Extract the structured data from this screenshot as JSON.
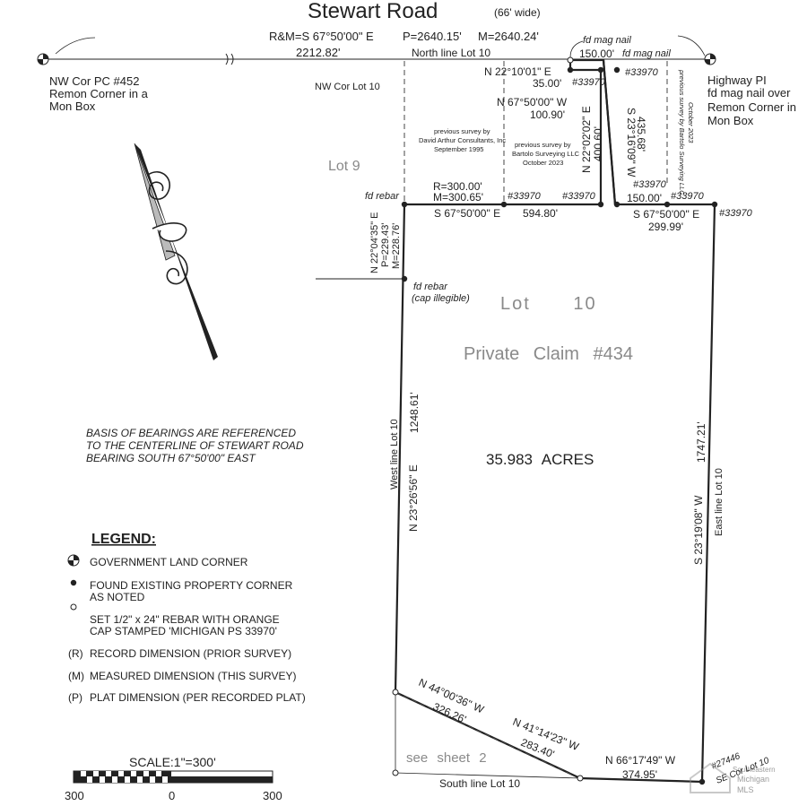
{
  "road": {
    "name": "Stewart Road",
    "width": "(66' wide)"
  },
  "top_line": {
    "record_bearing": "R&M=S 67°50'00\" E",
    "plat_dist": "P=2640.15'",
    "measured_dist": "M=2640.24'",
    "west_segment": "2212.82'",
    "north_line": "North line Lot 10",
    "east_segment": "150.00'",
    "mag_nail_1": "fd mag nail",
    "mag_nail_2": "fd mag nail"
  },
  "corners": {
    "nw_pc": [
      "NW Cor PC #452",
      "Remon Corner in a",
      "Mon Box"
    ],
    "highway_pi": [
      "Highway PI",
      "fd mag nail over",
      "Remon Corner in",
      "Mon Box"
    ],
    "nw_lot10": "NW Cor Lot 10",
    "sw_lot10": [
      "#27446",
      "SE Cor Lot 10"
    ]
  },
  "labels": {
    "lot9": "Lot 9",
    "lot10": "Lot 10",
    "private_claim": "Private Claim #434",
    "acres": "35.983 ACRES",
    "see_sheet": "see sheet 2",
    "south_line": "South line Lot 10",
    "west_line": "West line Lot 10",
    "east_line": "East line Lot 10"
  },
  "courses": {
    "n1_bearing": "N 22°10'01\" E",
    "n1_dist": "35.00'",
    "n2_bearing": "N 67°50'00\" W",
    "n2_dist": "100.90'",
    "n3_bearing": "N 22°02'02\" E",
    "n3_dist": "400.60'",
    "n4_bearing": "S 23°16'09\" W",
    "n4_dist": "435.68'",
    "s1_bearing": "S 67°50'00\" E",
    "s1_dist": "594.80'",
    "s2_dist": "150.00'",
    "s3_bearing": "S 67°50'00\" E",
    "s3_dist": "299.99'",
    "curve_r": "R=300.00'",
    "curve_m": "M=300.65'",
    "west_short_bearing": "N 22°04'35\" E",
    "west_short_p": "P=229.43'",
    "west_short_m": "M=228.76'",
    "west_bearing": "N 23°26'56\" E",
    "west_dist": "1248.61'",
    "east_bearing": "S 23°19'08\" W",
    "east_dist": "1747.21'",
    "sw1_bearing": "N 44°00'36\" W",
    "sw1_dist": "326.26'",
    "sw2_bearing": "N 41°14'23\" W",
    "sw2_dist": "283.40'",
    "sw3_bearing": "N 66°17'49\" W",
    "sw3_dist": "374.95'"
  },
  "monuments": {
    "tag": "#33970",
    "fd_rebar": "fd rebar",
    "fd_rebar_cap": [
      "fd rebar",
      "(cap illegible)"
    ]
  },
  "prior_surveys": {
    "arthur": [
      "previous survey by",
      "David Arthur Consultants, Inc",
      "September 1995"
    ],
    "bartolo_a": [
      "previous survey by",
      "Bartolo Surveying LLC",
      "October 2023"
    ],
    "bartolo_b": [
      "previous survey by Bartolo Surveying LLC",
      "October 2023"
    ]
  },
  "basis": [
    "BASIS OF BEARINGS ARE REFERENCED",
    "TO THE CENTERLINE OF STEWART ROAD",
    "BEARING SOUTH 67°50'00\" EAST"
  ],
  "legend": {
    "title": "LEGEND:",
    "items": [
      {
        "symbol": "government-corner",
        "text": [
          "GOVERNMENT LAND CORNER"
        ]
      },
      {
        "symbol": "found-corner",
        "text": [
          "FOUND EXISTING PROPERTY CORNER",
          "AS NOTED"
        ]
      },
      {
        "symbol": "set-rebar",
        "text": [
          "SET 1/2\" x 24\" REBAR WITH ORANGE",
          "CAP STAMPED 'MICHIGAN PS 33970'"
        ]
      },
      {
        "symbol": "(R)",
        "text": [
          "RECORD DIMENSION (PRIOR SURVEY)"
        ]
      },
      {
        "symbol": "(M)",
        "text": [
          "MEASURED DIMENSION (THIS SURVEY)"
        ]
      },
      {
        "symbol": "(P)",
        "text": [
          "PLAT DIMENSION (PER RECORDED PLAT)"
        ]
      }
    ]
  },
  "scale": {
    "label": "SCALE:1\"=300'",
    "ticks": [
      "300",
      "0",
      "300"
    ]
  },
  "watermark": [
    "Southeastern",
    "Michigan",
    "MLS"
  ]
}
